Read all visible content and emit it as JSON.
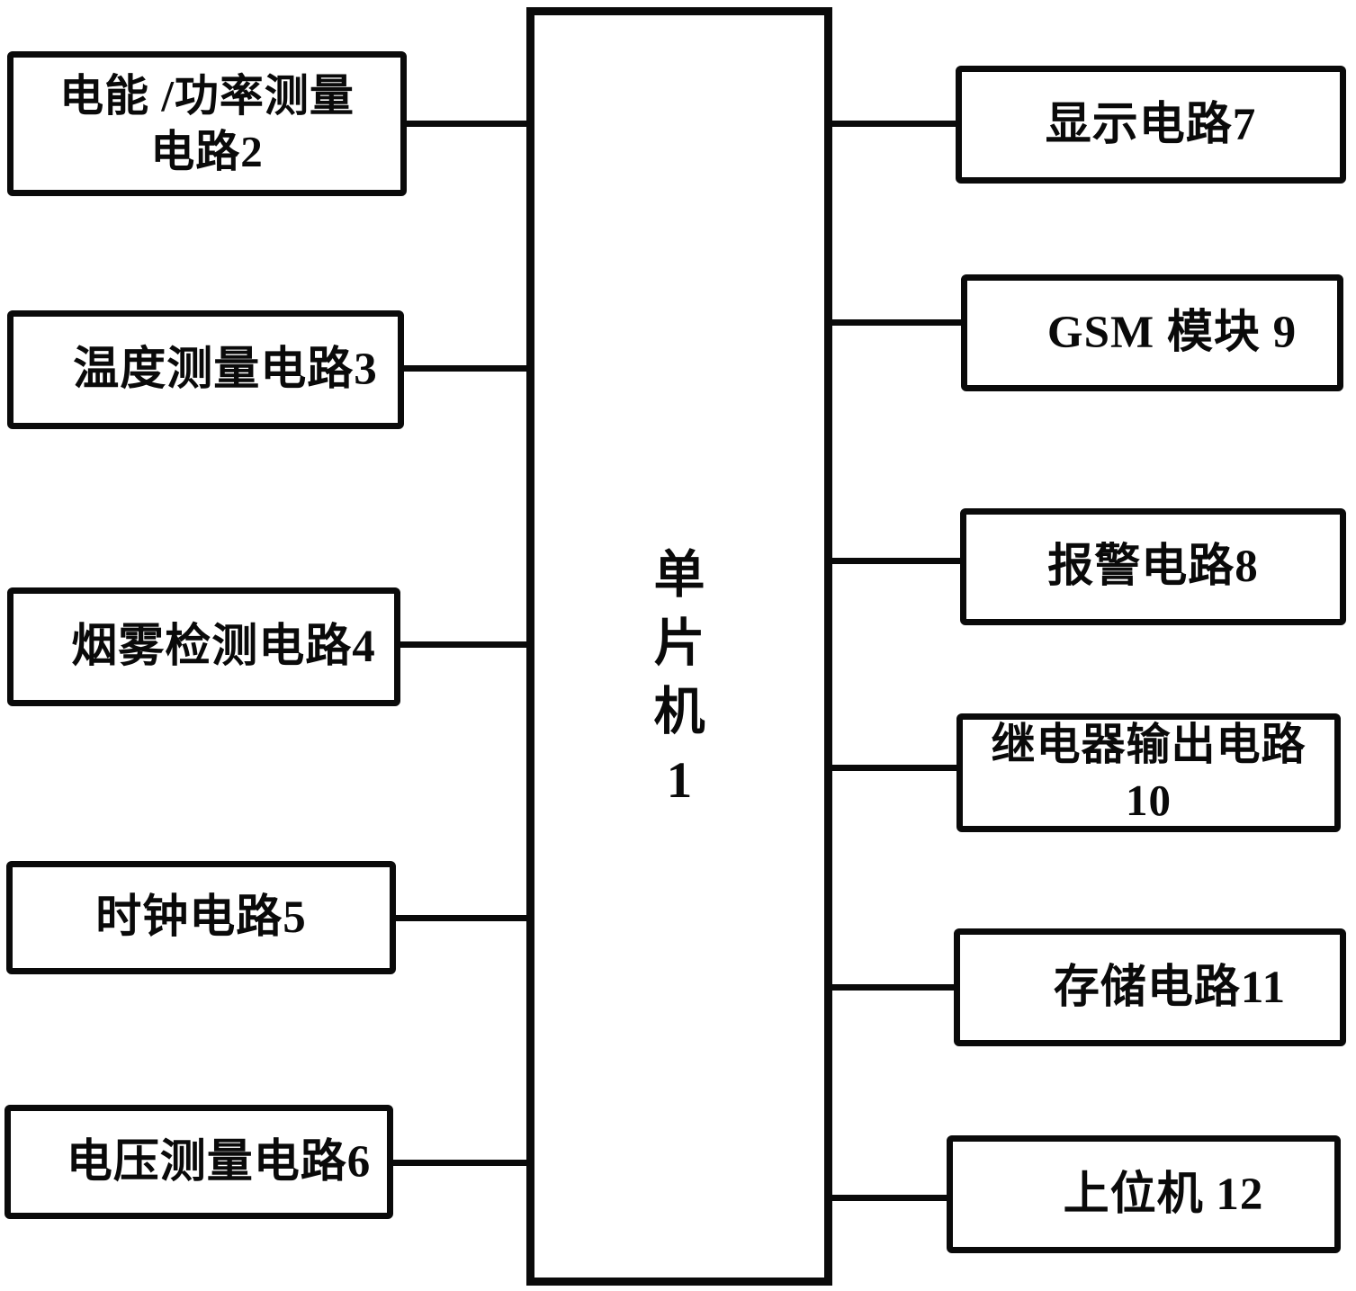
{
  "diagram": {
    "title_hint": "single-chip microcontroller system block diagram",
    "colors": {
      "line": "#0a0a0a",
      "background": "#ffffff"
    },
    "center": {
      "label": "单片机1"
    },
    "left_boxes": [
      {
        "id": "2",
        "label": "电能 /功率测量\n电路2"
      },
      {
        "id": "3",
        "label": "温度测量电路3"
      },
      {
        "id": "4",
        "label": "烟雾检测电路4"
      },
      {
        "id": "5",
        "label": "时钟电路5"
      },
      {
        "id": "6",
        "label": "电压测量电路6"
      }
    ],
    "right_boxes": [
      {
        "id": "7",
        "label": "显示电路7"
      },
      {
        "id": "9",
        "label": "GSM 模块 9"
      },
      {
        "id": "8",
        "label": "报警电路8"
      },
      {
        "id": "10",
        "label": "继电器输出电路\n10"
      },
      {
        "id": "11",
        "label": "存储电路11"
      },
      {
        "id": "12",
        "label": "上位机 12"
      }
    ]
  }
}
